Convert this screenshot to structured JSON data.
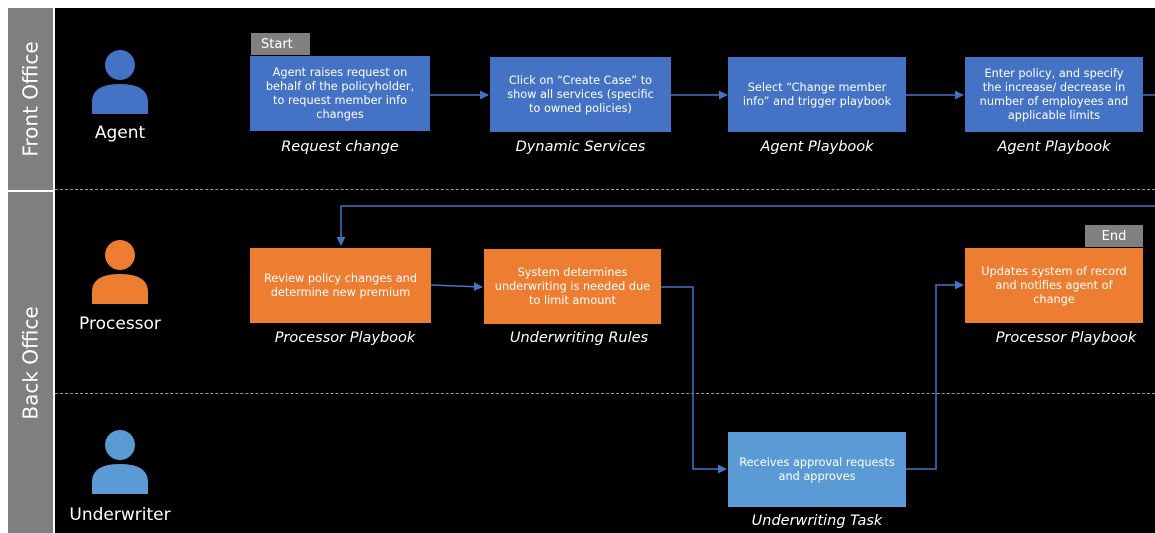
{
  "lanes": {
    "front_office": "Front Office",
    "back_office": "Back Office"
  },
  "actors": {
    "agent": "Agent",
    "processor": "Processor",
    "underwriter": "Underwriter"
  },
  "colors": {
    "agent": "#4472c4",
    "processor": "#ed7d31",
    "underwriter": "#5b9bd5",
    "connector": "#4472c4"
  },
  "tags": {
    "start": "Start",
    "end": "End"
  },
  "steps": [
    {
      "text": "Agent raises request on behalf of the policyholder, to request member info changes",
      "caption": "Request change"
    },
    {
      "text": "Click on “Create Case” to show all services (specific to owned policies)",
      "caption": "Dynamic Services"
    },
    {
      "text": "Select “Change member info” and trigger playbook",
      "caption": "Agent Playbook"
    },
    {
      "text": "Enter policy, and specify the increase/ decrease in number of employees and applicable limits",
      "caption": "Agent Playbook"
    },
    {
      "text": "Review policy changes and determine new premium",
      "caption": "Processor Playbook"
    },
    {
      "text": "System determines underwriting is needed due to limit amount",
      "caption": "Underwriting Rules"
    },
    {
      "text": "Receives approval requests and approves",
      "caption": "Underwriting Task"
    },
    {
      "text": "Updates system of record and notifies agent of change",
      "caption": "Processor Playbook"
    }
  ]
}
